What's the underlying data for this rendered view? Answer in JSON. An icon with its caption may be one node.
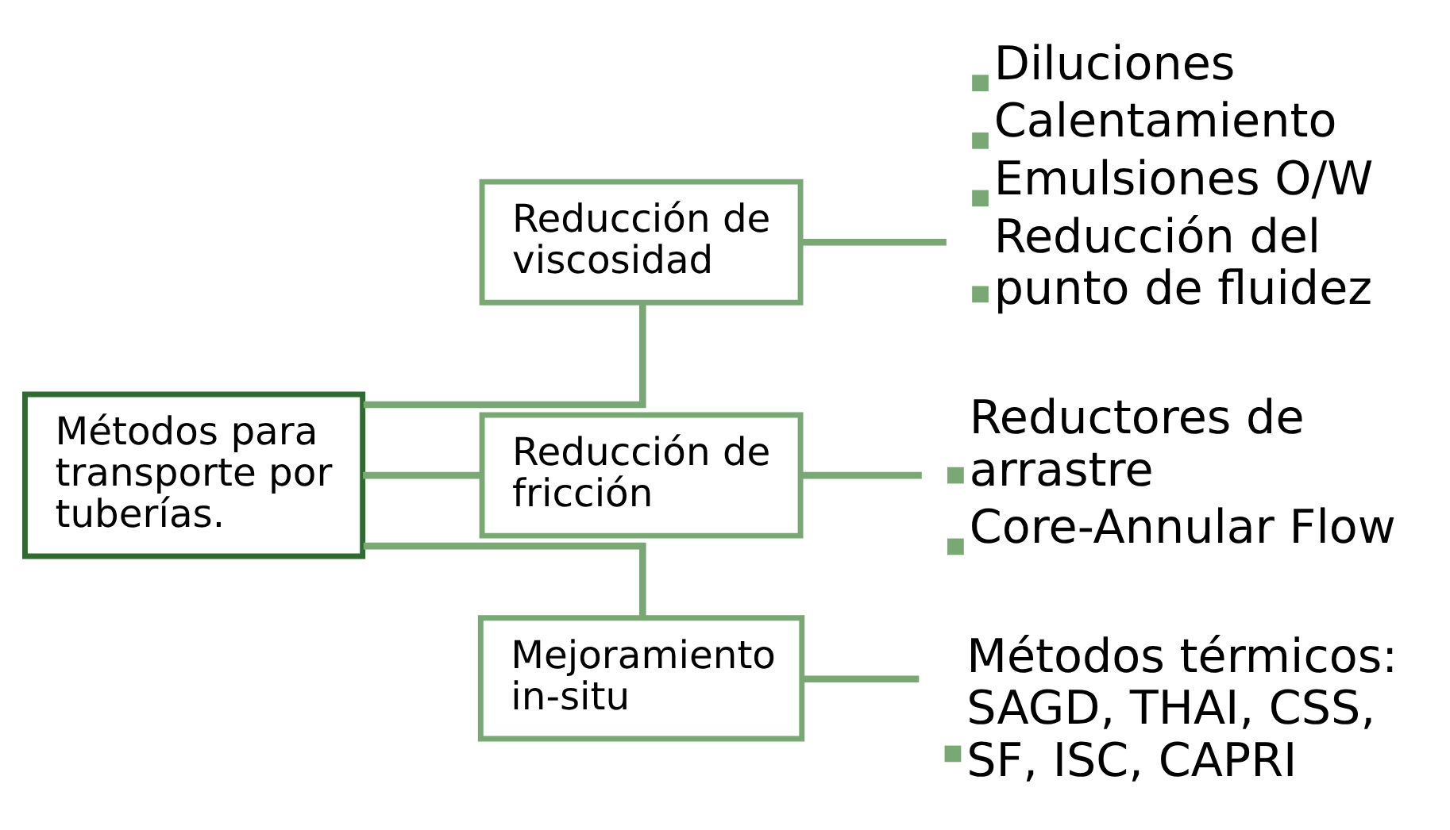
{
  "diagram": {
    "nodes": [
      {
        "text": [
          "Métodos para transporte por tuberías."
        ]
      },
      {
        "text": [
          "Reducción de viscosidad"
        ]
      },
      {
        "text": [
          "Reducción de fricción"
        ]
      },
      {
        "text": [
          "Mejoramiento in-situ"
        ]
      },
      {
        "text": [
          "Diluciones",
          "Calentamiento",
          "Emulsiones O/W",
          "Reducción del punto de fluidez"
        ]
      },
      {
        "text": [
          "Reductores de arrastre",
          "Core-Annular Flow"
        ]
      },
      {
        "text": [
          "Métodos térmicos: SAGD, THAI, CSS, SF, ISC, CAPRI"
        ]
      }
    ],
    "edges": [
      {
        "from": 0,
        "to": 1,
        "arrow": "none"
      },
      {
        "from": 0,
        "to": 2,
        "arrow": "none"
      },
      {
        "from": 0,
        "to": 3,
        "arrow": "none"
      },
      {
        "from": 1,
        "to": 4,
        "arrow": "none"
      },
      {
        "from": 2,
        "to": 5,
        "arrow": "none"
      },
      {
        "from": 3,
        "to": 6,
        "arrow": "none"
      }
    ]
  }
}
